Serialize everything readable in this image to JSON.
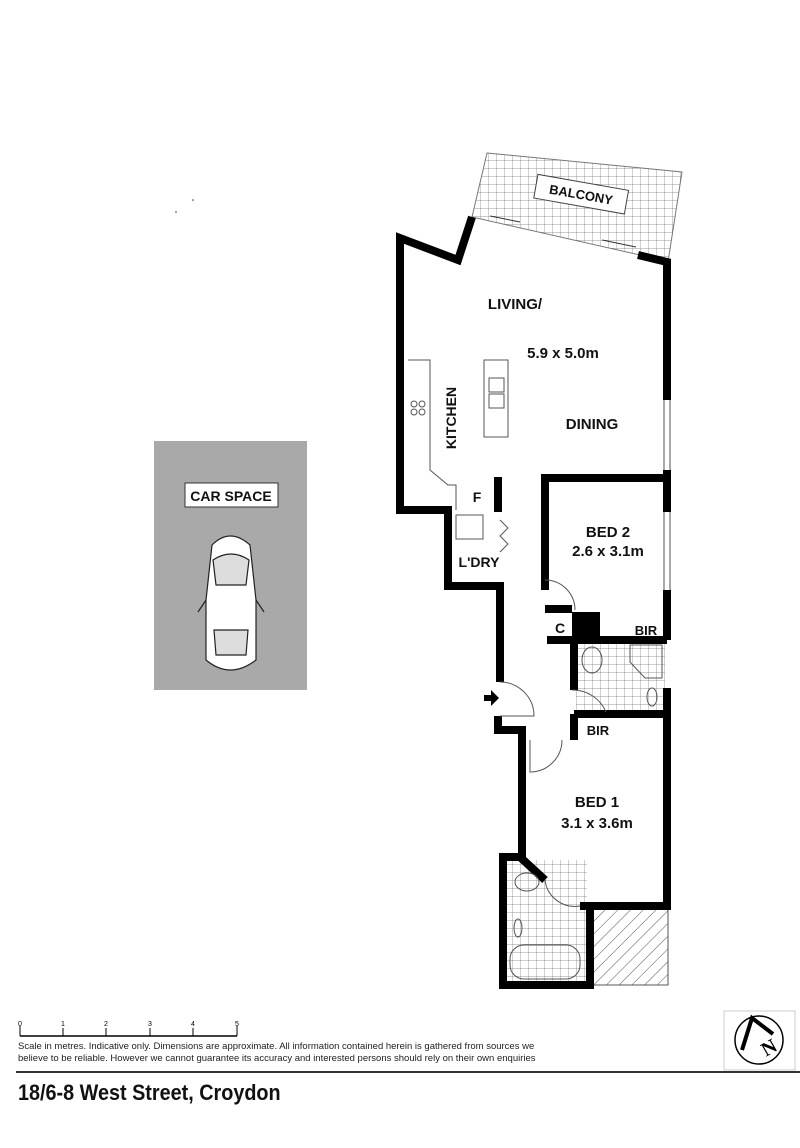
{
  "rooms": {
    "balcony": "BALCONY",
    "living": "LIVING/",
    "living_size": "5.9 x 5.0m",
    "dining": "DINING",
    "kitchen": "KITCHEN",
    "fridge": "F",
    "laundry": "L'DRY",
    "bed2": "BED 2",
    "bed2_size": "2.6 x 3.1m",
    "cupboard": "C",
    "bir_bed2": "BIR",
    "bir_bed1": "BIR",
    "bed1": "BED 1",
    "bed1_size": "3.1 x 3.6m",
    "car_space": "CAR SPACE"
  },
  "scale": {
    "ticks": [
      "0",
      "1",
      "2",
      "3",
      "4",
      "5"
    ],
    "disclaimer_line1": "Scale in metres. Indicative only. Dimensions are approximate. All information contained herein is gathered from sources we",
    "disclaimer_line2": "believe to be reliable. However we cannot guarantee its accuracy and interested persons should rely on their own enquiries"
  },
  "compass": {
    "label": "N"
  },
  "address": "18/6-8 West Street, Croydon",
  "colors": {
    "car_space": "#a9a9a9",
    "wall": "#000000"
  }
}
